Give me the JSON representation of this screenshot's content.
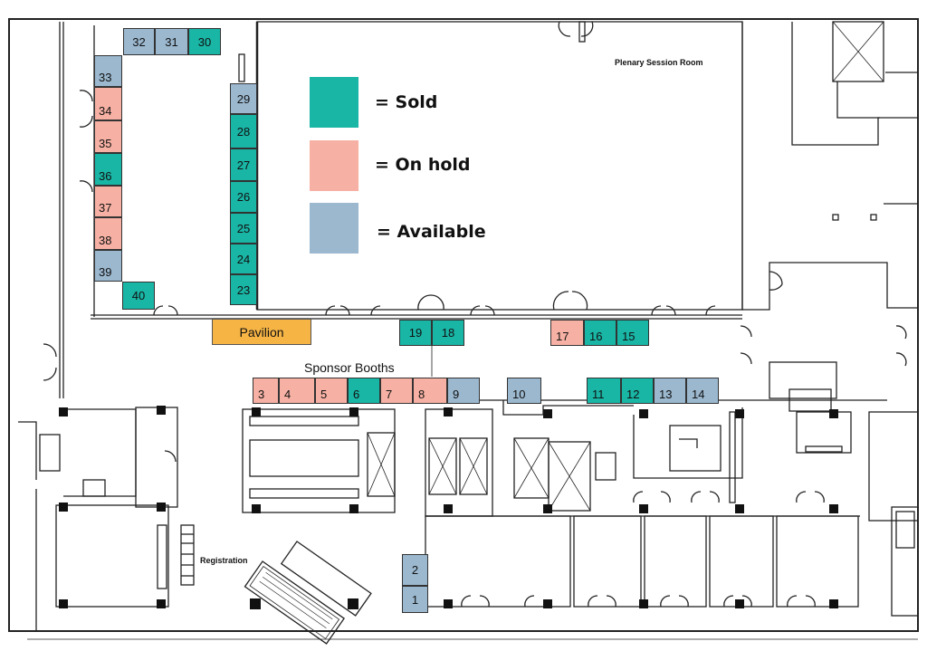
{
  "colors": {
    "sold": "#19b5a5",
    "on_hold": "#f7b1a4",
    "available": "#9bb8cf",
    "pavilion": "#f6b445",
    "wall": "#222222"
  },
  "legend": {
    "sold_label": "= Sold",
    "on_hold_label": "= On hold",
    "available_label": "= Available"
  },
  "labels": {
    "plenary_room": "Plenary Session Room",
    "pavilion": "Pavilion",
    "sponsor_booths": "Sponsor Booths",
    "registration": "Registration"
  },
  "booths": [
    {
      "number": "1",
      "status": "available"
    },
    {
      "number": "2",
      "status": "available"
    },
    {
      "number": "3",
      "status": "on_hold"
    },
    {
      "number": "4",
      "status": "on_hold"
    },
    {
      "number": "5",
      "status": "on_hold"
    },
    {
      "number": "6",
      "status": "sold"
    },
    {
      "number": "7",
      "status": "on_hold"
    },
    {
      "number": "8",
      "status": "on_hold"
    },
    {
      "number": "9",
      "status": "available"
    },
    {
      "number": "10",
      "status": "available"
    },
    {
      "number": "11",
      "status": "sold"
    },
    {
      "number": "12",
      "status": "sold"
    },
    {
      "number": "13",
      "status": "available"
    },
    {
      "number": "14",
      "status": "available"
    },
    {
      "number": "15",
      "status": "sold"
    },
    {
      "number": "16",
      "status": "sold"
    },
    {
      "number": "17",
      "status": "on_hold"
    },
    {
      "number": "18",
      "status": "sold"
    },
    {
      "number": "19",
      "status": "sold"
    },
    {
      "number": "23",
      "status": "sold"
    },
    {
      "number": "24",
      "status": "sold"
    },
    {
      "number": "25",
      "status": "sold"
    },
    {
      "number": "26",
      "status": "sold"
    },
    {
      "number": "27",
      "status": "sold"
    },
    {
      "number": "28",
      "status": "sold"
    },
    {
      "number": "29",
      "status": "available"
    },
    {
      "number": "30",
      "status": "sold"
    },
    {
      "number": "31",
      "status": "available"
    },
    {
      "number": "32",
      "status": "available"
    },
    {
      "number": "33",
      "status": "available"
    },
    {
      "number": "34",
      "status": "on_hold"
    },
    {
      "number": "35",
      "status": "on_hold"
    },
    {
      "number": "36",
      "status": "sold"
    },
    {
      "number": "37",
      "status": "on_hold"
    },
    {
      "number": "38",
      "status": "on_hold"
    },
    {
      "number": "39",
      "status": "available"
    },
    {
      "number": "40",
      "status": "sold"
    }
  ]
}
